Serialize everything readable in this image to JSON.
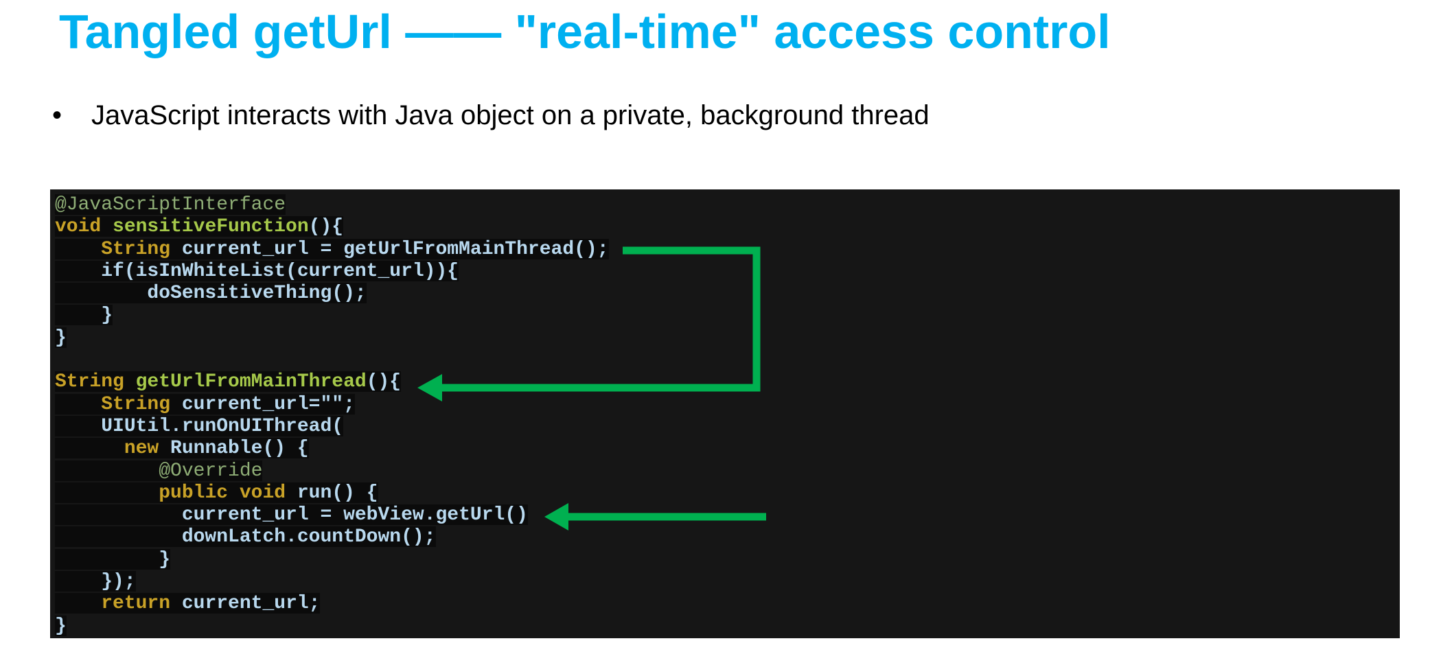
{
  "title": "Tangled getUrl —— \"real-time\" access control",
  "bullet": "JavaScript interacts with Java object on a private, background thread",
  "code_lines": [
    [
      [
        "an",
        "@JavaScriptInterface"
      ]
    ],
    [
      [
        "kw",
        "void "
      ],
      [
        "fn",
        "sensitiveFunction"
      ],
      [
        "id",
        "(){"
      ]
    ],
    [
      [
        "id",
        "    "
      ],
      [
        "kw",
        "String "
      ],
      [
        "id",
        "current_url = getUrlFromMainThread();"
      ]
    ],
    [
      [
        "id",
        "    if(isInWhiteList(current_url)){"
      ]
    ],
    [
      [
        "id",
        "        doSensitiveThing();"
      ]
    ],
    [
      [
        "id",
        "    }"
      ]
    ],
    [
      [
        "id",
        "}"
      ]
    ],
    [],
    [
      [
        "kw",
        "String "
      ],
      [
        "fn",
        "getUrlFromMainThread"
      ],
      [
        "id",
        "(){"
      ]
    ],
    [
      [
        "id",
        "    "
      ],
      [
        "kw",
        "String "
      ],
      [
        "id",
        "current_url=\"\";"
      ]
    ],
    [
      [
        "id",
        "    UIUtil.runOnUIThread("
      ]
    ],
    [
      [
        "id",
        "      "
      ],
      [
        "kw",
        "new "
      ],
      [
        "id",
        "Runnable() {"
      ]
    ],
    [
      [
        "id",
        "         "
      ],
      [
        "an",
        "@Override"
      ]
    ],
    [
      [
        "id",
        "         "
      ],
      [
        "kw",
        "public void "
      ],
      [
        "id",
        "run() {"
      ]
    ],
    [
      [
        "id",
        "           current_url = webView.getUrl()"
      ]
    ],
    [
      [
        "id",
        "           downLatch.countDown();"
      ]
    ],
    [
      [
        "id",
        "         }"
      ]
    ],
    [
      [
        "id",
        "    });"
      ]
    ],
    [
      [
        "id",
        "    "
      ],
      [
        "kw",
        "return "
      ],
      [
        "id",
        "current_url;"
      ]
    ],
    [
      [
        "id",
        "}"
      ]
    ]
  ],
  "colors": {
    "title": "#00b0f0",
    "arrow": "#00b050",
    "code_bg": "#161616"
  }
}
